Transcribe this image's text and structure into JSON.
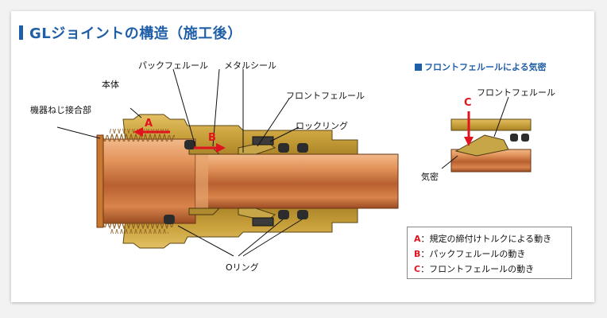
{
  "title": "GLジョイントの構造（施工後）",
  "labels": {
    "pack_ferrule": "パックフェルール",
    "metal_seal": "メタルシール",
    "body": "本体",
    "front_ferrule": "フロントフェルール",
    "device_thread": "機器ねじ接合部",
    "lock_ring": "ロックリング",
    "o_ring": "Oリング"
  },
  "arrows": {
    "a": "A",
    "b": "B"
  },
  "inset": {
    "title": "フロントフェルールによる気密",
    "front_ferrule": "フロントフェルール",
    "arrow_c": "C",
    "airtight": "気密"
  },
  "legend": [
    {
      "key": "A",
      "sep": "：",
      "text": "規定の締付けトルクによる動き"
    },
    {
      "key": "B",
      "sep": "：",
      "text": "パックフェルールの動き"
    },
    {
      "key": "C",
      "sep": "：",
      "text": "フロントフェルールの動き"
    }
  ],
  "colors": {
    "title_blue": "#1f5fa8",
    "arrow_red": "#e0141e",
    "brass": "#c9a13c",
    "copper": "#d9844c"
  }
}
